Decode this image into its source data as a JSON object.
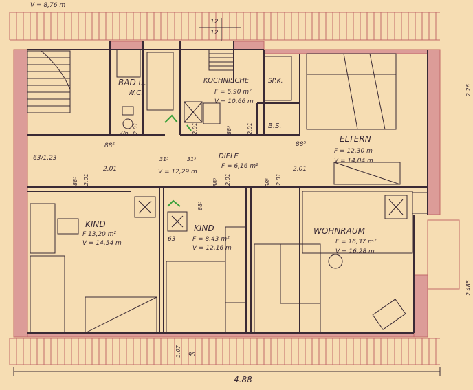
{
  "colors": {
    "paper": "#f6ddb3",
    "wall_fill": "#dc9c98",
    "ink": "#3a2a35",
    "red_line": "#c26a6a",
    "green_mark": "#3aa03a"
  },
  "rooms": {
    "bad": {
      "name_line1": "BAD u.",
      "name_line2": "W.C."
    },
    "kochnische": {
      "name": "KOCHNISCHE",
      "area": "F = 6,90 m²",
      "volume": "V = 10,66 m"
    },
    "spk": {
      "name": "SP.K."
    },
    "eltern": {
      "name": "ELTERN",
      "area": "F = 12,30 m",
      "volume": "V = 14,04 m"
    },
    "bs": {
      "name": "B.S."
    },
    "diele": {
      "name": "DIELE",
      "area": "F = 6,16 m²",
      "volume": "V = 12,29 m"
    },
    "kind1": {
      "name": "KIND",
      "area": "F 13,20 m²",
      "volume": "V = 14,54 m"
    },
    "kind2": {
      "name": "KIND",
      "area": "F = 8,43 m²",
      "volume": "V = 12,16 m"
    },
    "wohnraum": {
      "name": "WOHNRAUM",
      "area": "F = 16,37 m²",
      "volume": "V = 16,28 m"
    }
  },
  "dims": {
    "top_12a": "12",
    "top_12b": "12",
    "top_left": "V = 8,76 m",
    "bottom_width": "4.88",
    "d_63_123": "63/1.23",
    "d_201_a": "2.01",
    "d_201_b": "2.01",
    "d_201_c": "2.01",
    "d_201_d": "2.01",
    "d_201_e": "2.01",
    "d_201_f": "2.01",
    "d_201_g": "2.01",
    "d_201_h": "2.01",
    "d_88s_a": "88⁵",
    "d_88s_b": "88⁵",
    "d_88s_c": "88⁵",
    "d_88s_d": "88⁵",
    "d_88s_e": "88⁵",
    "d_88s_f": "88⁵",
    "d_88s_g": "88⁵",
    "d_315_a": "31⁵",
    "d_315_b": "31⁵",
    "d_63": "63",
    "d_76": "7/6",
    "d_107": "1.07",
    "d_95": "95",
    "right_226": "2.26",
    "right_2485": "2.485"
  }
}
